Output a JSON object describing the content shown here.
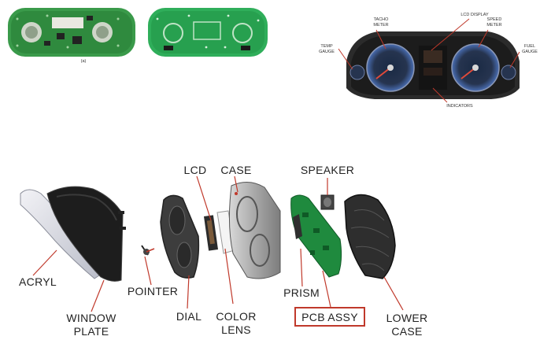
{
  "top_figure": {
    "caption_mark": "(a)",
    "labels": {
      "tacho_meter": [
        "TACHO",
        "METER"
      ],
      "lcd_display": "LCD DISPLAY",
      "speed_meter": [
        "SPEED",
        "METER"
      ],
      "temp_gauge": [
        "TEMP",
        "GAUGE"
      ],
      "fuel_gauge": [
        "FUEL",
        "GAUGE"
      ],
      "indicators": "INDICATORS"
    }
  },
  "exploded_view": {
    "labels": {
      "acryl": "ACRYL",
      "window_plate": [
        "WINDOW",
        "PLATE"
      ],
      "pointer": "POINTER",
      "dial": "DIAL",
      "lcd": "LCD",
      "case": "CASE",
      "color_lens": [
        "COLOR",
        "LENS"
      ],
      "speaker": "SPEAKER",
      "prism": "PRISM",
      "pcb_assy": "PCB ASSY",
      "lower_case": [
        "LOWER",
        "CASE"
      ]
    }
  },
  "colors": {
    "pcb_green": "#1f8a3e",
    "leader_red": "#c0392b",
    "cluster_dark": "#2b2b2b",
    "gauge_blue": "#4a6fb5",
    "highlight_box": "#c0392b"
  }
}
